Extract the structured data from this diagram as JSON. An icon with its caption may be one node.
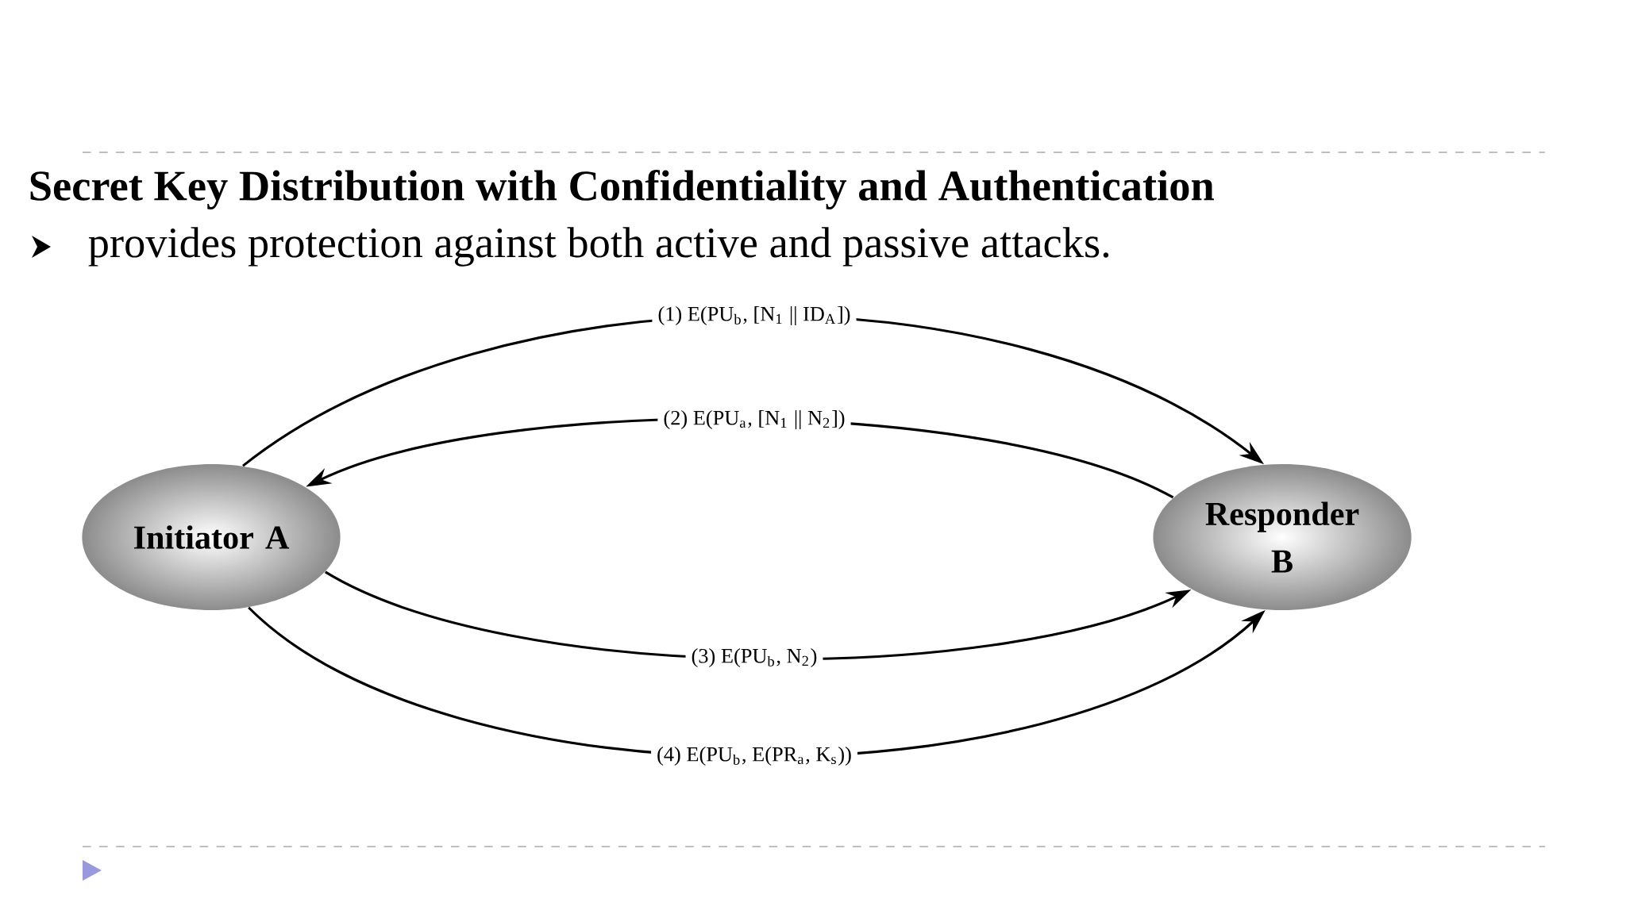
{
  "diagram": {
    "title": "Secret Key Distribution with Confidentiality and Authentication",
    "nodes": [
      {
        "text": [
          "Initiator A"
        ]
      },
      {
        "text": [
          "Responder B"
        ]
      }
    ],
    "edges": [
      {
        "from": 0,
        "to": 1,
        "arrow": "to",
        "label": "(1) E(PU$_{b}$, [N$_{1}$ || ID$_{A}$])"
      },
      {
        "from": 1,
        "to": 0,
        "arrow": "to",
        "label": "(2) E(PU$_{a}$, [N$_{1}$ || N$_{2}$])"
      },
      {
        "from": 0,
        "to": 1,
        "arrow": "to",
        "label": "(3) E(PU$_{b}$, N$_{2}$)"
      },
      {
        "from": 0,
        "to": 1,
        "arrow": "to",
        "label": "(4) E(PU$_{b}$, E(PR$_{a}$, K$_{s}$))"
      }
    ],
    "labels": [
      "provides protection against both active and passive attacks."
    ]
  }
}
